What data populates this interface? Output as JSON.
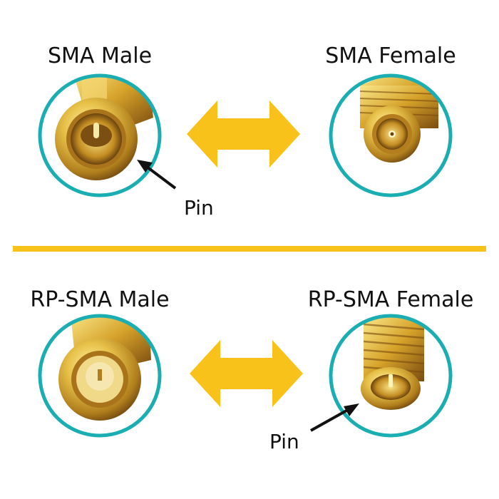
{
  "colors": {
    "ring": "#1aaeb2",
    "arrow": "#f9c21b",
    "divider": "#f9c21b",
    "gold_light": "#f6e27a",
    "gold_mid": "#d8a82a",
    "gold_dark": "#8a5a12",
    "text": "#111111"
  },
  "top": {
    "left_label": "SMA Male",
    "right_label": "SMA Female",
    "pin_label": "Pin"
  },
  "bottom": {
    "left_label": "RP-SMA Male",
    "right_label": "RP-SMA Female",
    "pin_label": "Pin"
  },
  "icons": {
    "arrows": "double-headed-arrow-icon",
    "pointer": "pointer-arrow-icon"
  }
}
